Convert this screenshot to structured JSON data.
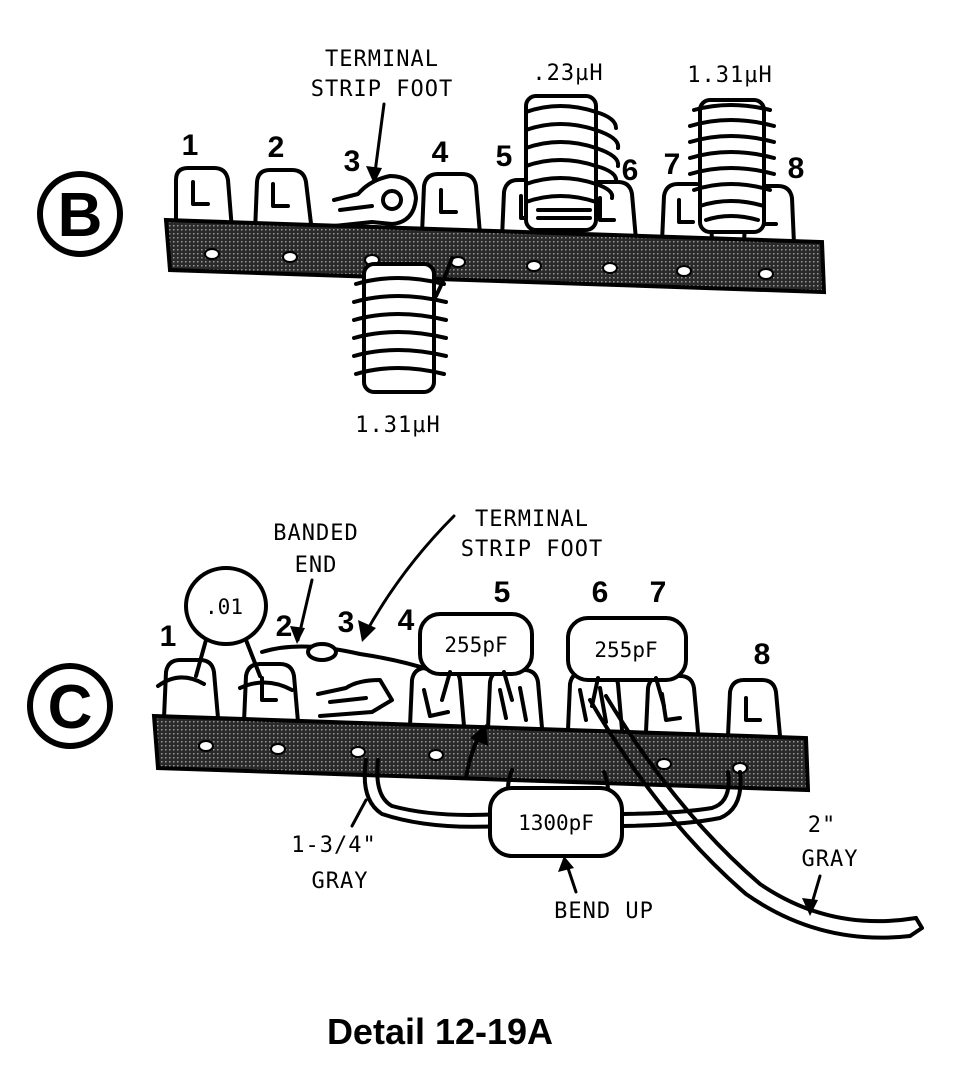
{
  "caption": "Detail 12-19A",
  "colors": {
    "ink": "#000000",
    "paper": "#ffffff",
    "strip": "#555555"
  },
  "panel_b": {
    "letter": "B",
    "terminals": [
      "1",
      "2",
      "3",
      "4",
      "5",
      "6",
      "7",
      "8"
    ],
    "foot_label": [
      "TERMINAL",
      "STRIP FOOT"
    ],
    "coil_top_small": ".23µH",
    "coil_top_right": "1.31µH",
    "coil_bottom": "1.31µH"
  },
  "panel_c": {
    "letter": "C",
    "terminals": [
      "1",
      "2",
      "3",
      "4",
      "5",
      "6",
      "7",
      "8"
    ],
    "banded_end": [
      "BANDED",
      "END"
    ],
    "foot_label": [
      "TERMINAL",
      "STRIP FOOT"
    ],
    "disc_cap": ".01",
    "cap_left": "255pF",
    "cap_right": "255pF",
    "cap_bottom": "1300pF",
    "bend_up": "BEND UP",
    "wire_left": [
      "1-3/4\"",
      "GRAY"
    ],
    "wire_right": [
      "2\"",
      "GRAY"
    ]
  }
}
